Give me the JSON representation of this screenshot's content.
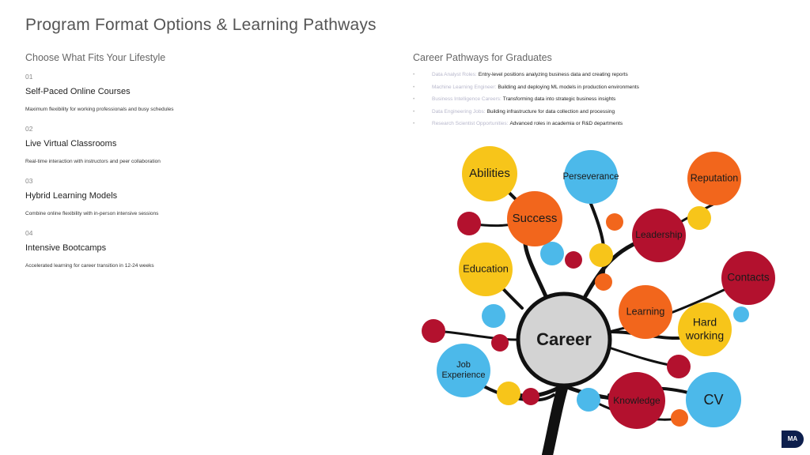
{
  "title": "Program Format Options & Learning Pathways",
  "left": {
    "heading": "Choose What Fits Your Lifestyle",
    "options": [
      {
        "num": "01",
        "title": "Self-Paced Online Courses",
        "desc": "Maximum flexibility for working professionals and busy schedules"
      },
      {
        "num": "02",
        "title": "Live Virtual Classrooms",
        "desc": "Real-time interaction with instructors and peer collaboration"
      },
      {
        "num": "03",
        "title": "Hybrid Learning Models",
        "desc": "Combine online flexibility with in-person intensive sessions"
      },
      {
        "num": "04",
        "title": "Intensive Bootcamps",
        "desc": "Accelerated learning for career transition in 12-24 weeks"
      }
    ]
  },
  "right": {
    "heading": "Career Pathways for Graduates",
    "bullet": "•",
    "pathways": [
      {
        "key": "Data Analyst Roles:",
        "value": "Entry-level positions analyzing business data and creating reports"
      },
      {
        "key": "Machine Learning Engineer:",
        "value": "Building and deploying ML models in production environments"
      },
      {
        "key": "Business Intelligence Careers:",
        "value": "Transforming data into strategic business insights"
      },
      {
        "key": "Data Engineering Jobs:",
        "value": "Building infrastructure for data collection and processing"
      },
      {
        "key": "Research Scientist Opportunities:",
        "value": "Advanced roles in academia or R&D departments"
      }
    ]
  },
  "tree": {
    "labels": {
      "abilities": "Abilities",
      "perseverance": "Perseverance",
      "reputation": "Reputation",
      "success": "Success",
      "leadership": "Leadership",
      "education": "Education",
      "contacts": "Contacts",
      "learning": "Learning",
      "hard1": "Hard",
      "hard2": "working",
      "career": "Career",
      "job1": "Job",
      "job2": "Experience",
      "knowledge": "Knowledge",
      "cv": "CV"
    },
    "colors": {
      "yellow": "#f7c51a",
      "blue": "#4cb9ea",
      "orange": "#f2661c",
      "crimson": "#b3112e",
      "grey": "#d3d3d3"
    }
  },
  "badge": "MA"
}
